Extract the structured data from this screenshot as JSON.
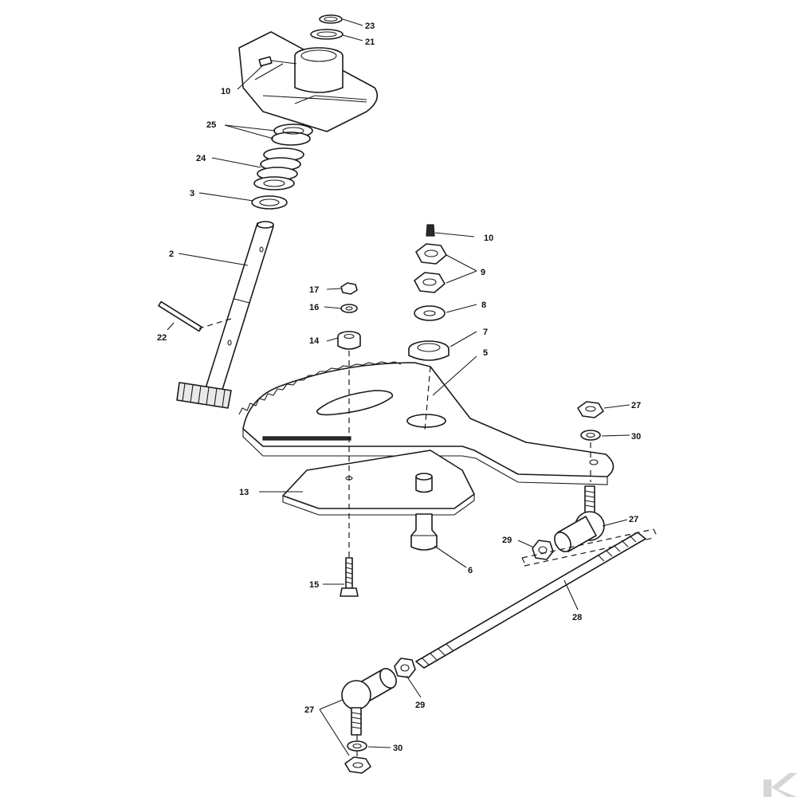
{
  "callouts": {
    "c23": "23",
    "c21": "21",
    "c10a": "10",
    "c25": "25",
    "c24": "24",
    "c3": "3",
    "c2": "2",
    "c22": "22",
    "c10b": "10",
    "c9": "9",
    "c17": "17",
    "c16": "16",
    "c8": "8",
    "c14": "14",
    "c7": "7",
    "c5": "5",
    "c27a": "27",
    "c30a": "30",
    "c13": "13",
    "c27b": "27",
    "c29a": "29",
    "c6": "6",
    "c15": "15",
    "c28": "28",
    "c29b": "29",
    "c27c": "27",
    "c30b": "30"
  },
  "watermark": {
    "text": "K",
    "color": "#cfcfcf"
  },
  "colors": {
    "line": "#1a1a1a",
    "background": "#ffffff"
  }
}
